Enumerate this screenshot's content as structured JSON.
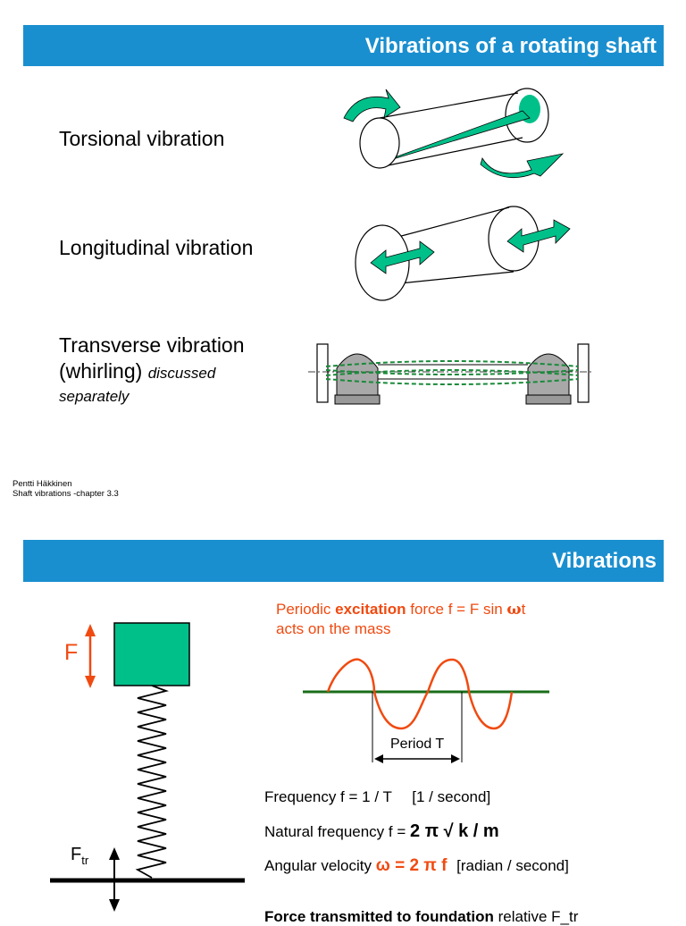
{
  "slide1": {
    "title": "Vibrations of a rotating shaft",
    "items": [
      {
        "label": "Torsional vibration"
      },
      {
        "label": "Longitudinal vibration"
      },
      {
        "label": "Transverse vibration",
        "label2": "(whirling)",
        "note1": "discussed",
        "note2": "separately"
      }
    ],
    "footer": {
      "author": "Pentti Häkkinen",
      "chapter": "Shaft vibrations  -chapter 3.3"
    }
  },
  "slide2": {
    "title": "Vibrations",
    "force_label": "F",
    "ftr_base": "F",
    "ftr_sub": "tr",
    "excitation": {
      "pre": "Periodic ",
      "bold": "excitation",
      "post": " force  f = F sin ",
      "omega": "ω",
      "t": "t",
      "line2": "acts on the mass"
    },
    "period_label": "Period T",
    "lines": [
      {
        "a": "Frequency f = 1 / T",
        "b": "[1 / second]"
      },
      {
        "a": "Natural frequency  f = ",
        "b": "2 π √ k / m"
      },
      {
        "a": "Angular velocity  ",
        "b": "ω = 2 π f",
        "c": "[radian / second]"
      }
    ],
    "cut_line": {
      "bold": "Force transmitted to foundation",
      "rest": "  relative  F_tr"
    }
  },
  "colors": {
    "banner": "#1a8fcf",
    "accent_green": "#00c08a",
    "orange": "#f04a10",
    "shaft_gray": "#a8a8a8"
  }
}
